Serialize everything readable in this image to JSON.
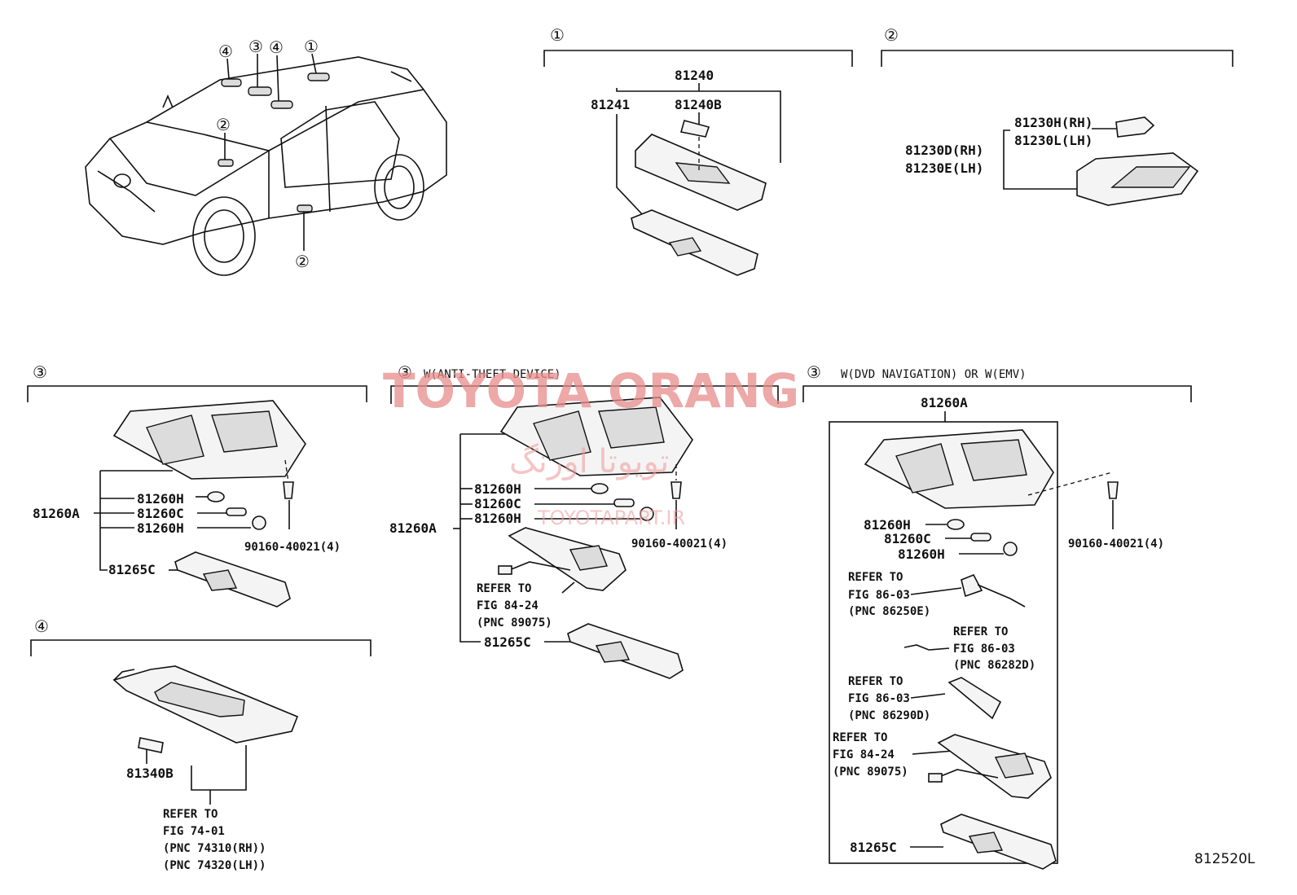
{
  "watermark": {
    "brand": "TOYOTA ORANG",
    "brand_fa": "تویوتا اورنگ",
    "site": "TOYOTAPART.IR"
  },
  "sections": {
    "s1": {
      "marker": "①"
    },
    "s2": {
      "marker": "②"
    },
    "s3": {
      "marker": "③"
    },
    "s3b": {
      "marker": "③",
      "header": "W(ANTI-THEFT DEVICE)"
    },
    "s3c": {
      "marker": "③",
      "header": "W(DVD NAVIGATION) OR W(EMV)"
    },
    "s4": {
      "marker": "④"
    }
  },
  "car_callouts": {
    "c1": "④",
    "c2": "③",
    "c3": "④",
    "c4": "①",
    "c5": "②",
    "c6": "②"
  },
  "parts": {
    "p81240": "81240",
    "p81241": "81241",
    "p81240B": "81240B",
    "p81230H": "81230H(RH)",
    "p81230L": "81230L(LH)",
    "p81230D": "81230D(RH)",
    "p81230E": "81230E(LH)",
    "s3_81260A": "81260A",
    "s3_81260H_1": "81260H",
    "s3_81260C": "81260C",
    "s3_81260H_2": "81260H",
    "s3_81265C": "81265C",
    "s3_screw": "90160-40021(4)",
    "s3b_81260A": "81260A",
    "s3b_81260H_1": "81260H",
    "s3b_81260C": "81260C",
    "s3b_81260H_2": "81260H",
    "s3b_81265C": "81265C",
    "s3b_screw": "90160-40021(4)",
    "s3b_ref": [
      "REFER TO",
      "FIG 84-24",
      "(PNC 89075)"
    ],
    "s3c_81260A": "81260A",
    "s3c_81260H_1": "81260H",
    "s3c_81260C": "81260C",
    "s3c_81260H_2": "81260H",
    "s3c_81265C": "81265C",
    "s3c_screw": "90160-40021(4)",
    "s3c_ref1": [
      "REFER TO",
      "FIG 86-03",
      "(PNC 86250E)"
    ],
    "s3c_ref2": [
      "REFER TO",
      "FIG 86-03",
      "(PNC 86282D)"
    ],
    "s3c_ref3": [
      "REFER TO",
      "FIG 86-03",
      "(PNC 86290D)"
    ],
    "s3c_ref4": [
      "REFER TO",
      "FIG 84-24",
      "(PNC 89075)"
    ],
    "s4_81340B": "81340B",
    "s4_ref": [
      "REFER TO",
      "FIG 74-01",
      "(PNC 74310(RH))",
      "(PNC 74320(LH))"
    ]
  },
  "figure_code": "812520L"
}
